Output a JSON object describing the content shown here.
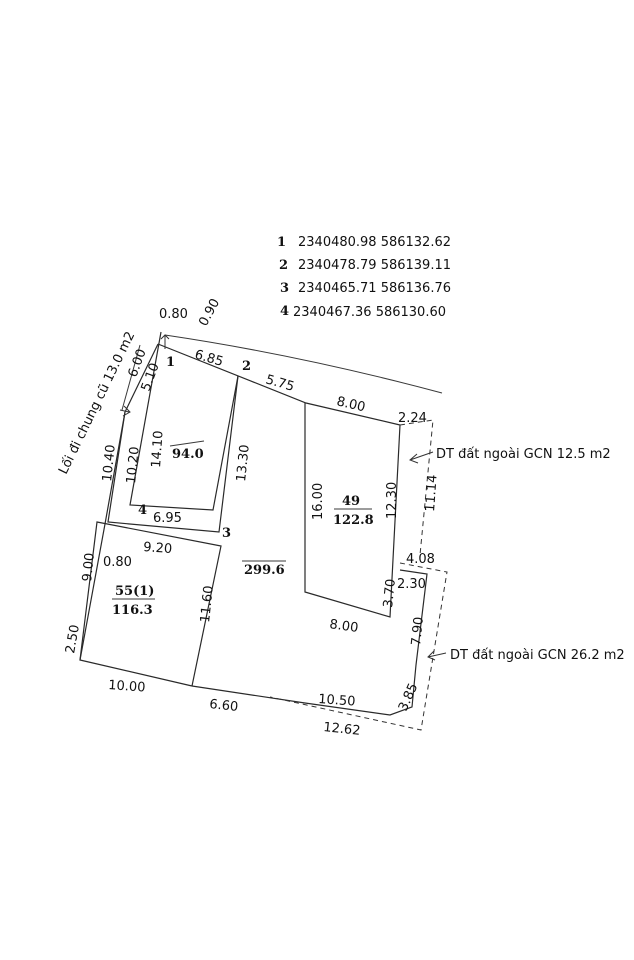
{
  "coordinates": [
    {
      "point": "1",
      "value": "2340480.98 586132.62"
    },
    {
      "point": "2",
      "value": "2340478.79 586139.11"
    },
    {
      "point": "3",
      "value": "2340465.71 586136.76"
    },
    {
      "point": "4",
      "value": "2340467.36 586130.60"
    }
  ],
  "point_labels": {
    "p1": "1",
    "p2": "2",
    "p3": "3",
    "p4": "4"
  },
  "dimensions": {
    "d_080_top": "0.80",
    "d_090": "0.90",
    "d_600": "6.00",
    "d_510": "5.10",
    "d_685": "6.85",
    "d_575": "5.75",
    "d_800_top": "8.00",
    "d_224": "2.24",
    "d_1410": "14.10",
    "d_1330": "13.30",
    "d_1040": "10.40",
    "d_1020": "10.20",
    "d_695": "6.95",
    "d_1600": "16.00",
    "d_1230": "12.30",
    "d_1114": "11.14",
    "d_900": "9.00",
    "d_080_mid": "0.80",
    "d_920": "9.20",
    "d_1160": "11.60",
    "d_250": "2.50",
    "d_408": "4.08",
    "d_230": "2.30",
    "d_370": "3.70",
    "d_800_mid": "8.00",
    "d_790": "7.90",
    "d_1000": "10.00",
    "d_660": "6.60",
    "d_1050": "10.50",
    "d_385": "3.85",
    "d_1262": "12.62"
  },
  "areas": {
    "a_940": "94.0",
    "a_2996": "299.6",
    "a_49_num": "49",
    "a_49_val": "122.8",
    "a_55_num": "55(1)",
    "a_55_val": "116.3"
  },
  "notes": {
    "path_label": "Lối đi chung cũ 13.0 m2",
    "outside_1": "DT đất ngoài GCN 12.5 m2",
    "outside_2": "DT đất ngoài GCN 26.2 m2"
  }
}
